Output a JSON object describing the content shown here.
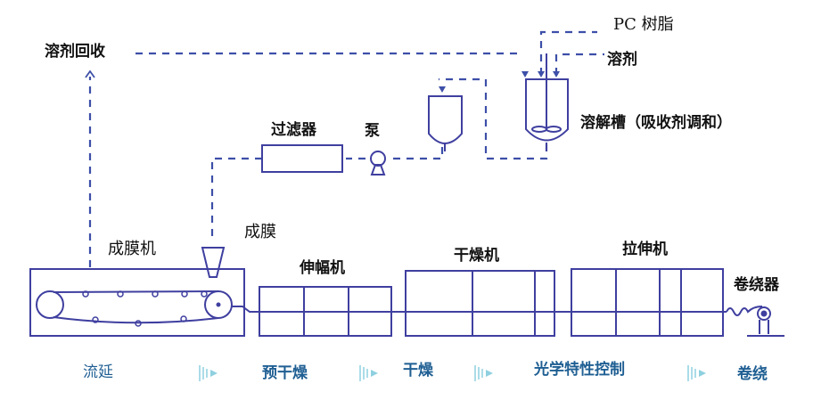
{
  "title": "PC光学薄膜流延法生产工艺流程",
  "colors": {
    "line": "#3f3fa0",
    "dashed": "#3d4fa8",
    "label": "#111111",
    "stage": "#1f5f93",
    "arrow_faint": "#8fd0e0"
  },
  "inputs": {
    "resin": "PC 树脂",
    "solvent": "溶剂"
  },
  "equipment": {
    "solvent_recovery": "溶剂回收",
    "dissolving_tank": "溶解槽（吸收剂调和）",
    "pump": "泵",
    "filter": "过滤器",
    "film_forming_die": "成膜",
    "casting_machine": "成膜机",
    "tenter": "伸幅机",
    "dryer": "干燥机",
    "stretcher": "拉伸机",
    "winder": "卷绕器"
  },
  "stages": [
    {
      "label": "流延"
    },
    {
      "label": "预干燥"
    },
    {
      "label": "干燥"
    },
    {
      "label": "光学特性控制"
    },
    {
      "label": "卷绕"
    }
  ]
}
